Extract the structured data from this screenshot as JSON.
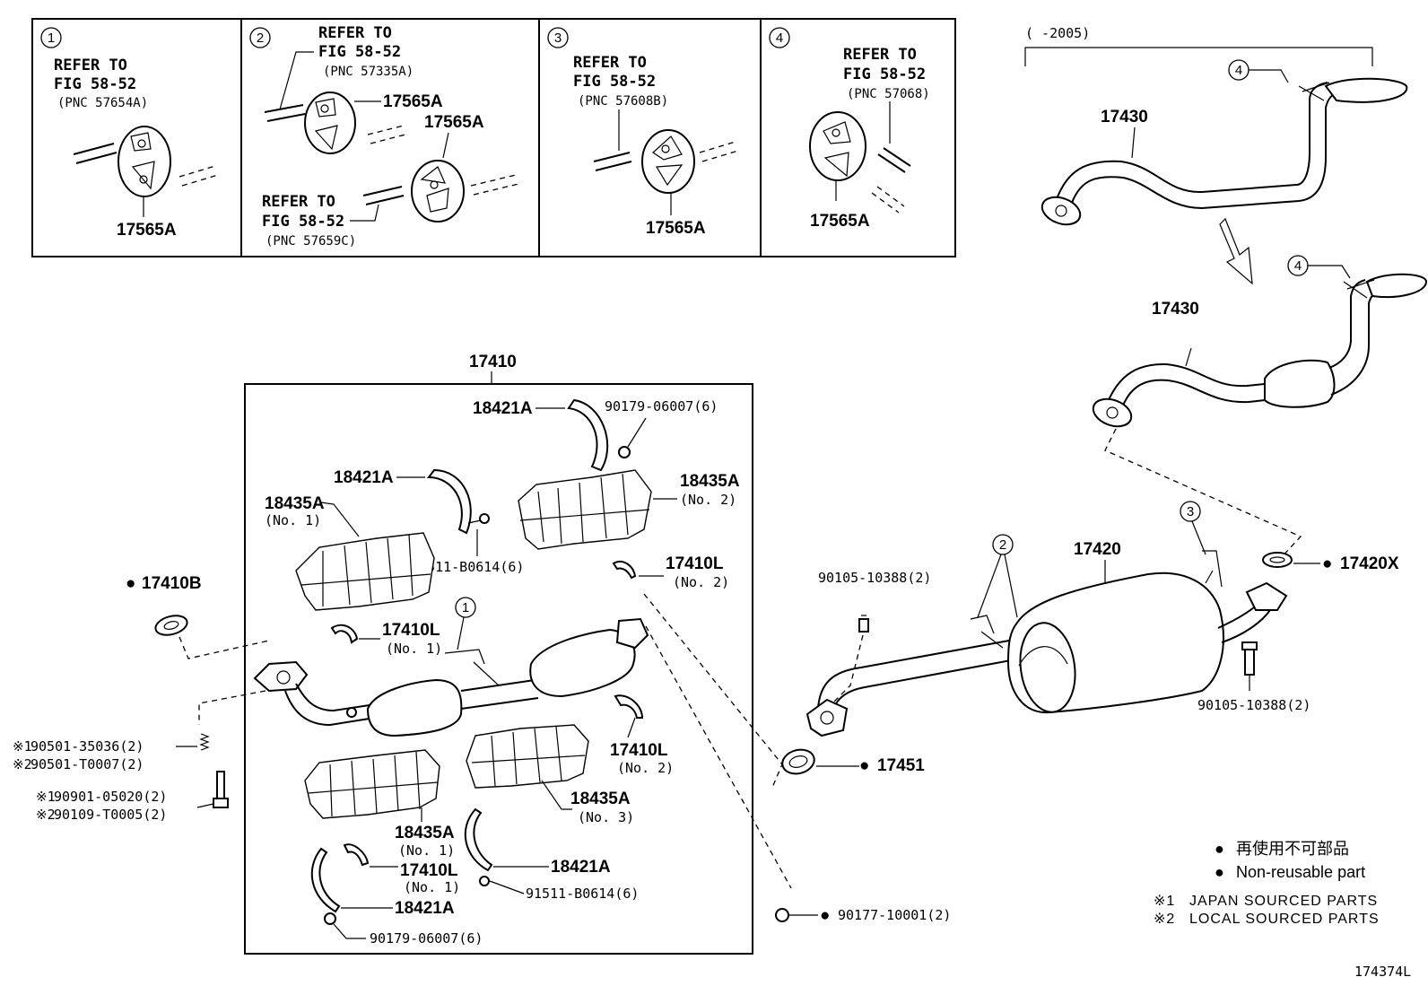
{
  "insets": [
    {
      "num": "1",
      "refer": "REFER TO",
      "fig": "FIG 58-52",
      "pnc": "(PNC 57654A)",
      "part": "17565A"
    },
    {
      "num": "2",
      "refer": "REFER TO",
      "fig": "FIG 58-52",
      "pnc": "(PNC 57335A)",
      "part": "17565A",
      "part2": "17565A",
      "refer2": "REFER TO",
      "fig2": "FIG 58-52",
      "pnc2": "(PNC 57659C)"
    },
    {
      "num": "3",
      "refer": "REFER TO",
      "fig": "FIG 58-52",
      "pnc": "(PNC 57608B)",
      "part": "17565A"
    },
    {
      "num": "4",
      "refer": "REFER TO",
      "fig": "FIG 58-52",
      "pnc": "(PNC 57068)",
      "part": "17565A"
    }
  ],
  "year_range": "(        -2005)",
  "circle_marks": {
    "one": "1",
    "two": "2",
    "three": "3",
    "four": "4"
  },
  "parts": {
    "p17430_a": "17430",
    "p17430_b": "17430",
    "p17410": "17410",
    "p18421A_1": "18421A",
    "p90179_06007_top": "90179-06007(6)",
    "p18421A_2": "18421A",
    "p18435A_no2": "18435A",
    "p18435A_no2_sub": "(No. 2)",
    "p18435A_no1": "18435A",
    "p18435A_no1_sub": "(No. 1)",
    "p91511_top": "91511-B0614(6)",
    "p17410L_no2_top": "17410L",
    "p17410L_no2_top_sub": "(No. 2)",
    "p17410B": "17410B",
    "p17410L_no1_mid": "17410L",
    "p17410L_no1_mid_sub": "(No. 1)",
    "p90501_35036": "90501-35036(2)",
    "p90501_T0007": "90501-T0007(2)",
    "p90901_05020": "90901-05020(2)",
    "p90109_T0005": "90109-T0005(2)",
    "p17410L_no2_bot": "17410L",
    "p17410L_no2_bot_sub": "(No. 2)",
    "p18435A_no3": "18435A",
    "p18435A_no3_sub": "(No. 3)",
    "p18435A_no1_bot": "18435A",
    "p18435A_no1_bot_sub": "(No. 1)",
    "p18421A_3": "18421A",
    "p17410L_no1_bot": "17410L",
    "p17410L_no1_bot_sub": "(No. 1)",
    "p91511_bot": "91511-B0614(6)",
    "p18421A_4": "18421A",
    "p90179_06007_bot": "90179-06007(6)",
    "p17420": "17420",
    "p90105_left": "90105-10388(2)",
    "p90105_right": "90105-10388(2)",
    "p17420X": "17420X",
    "p17451": "17451",
    "p90177": "90177-10001(2)"
  },
  "marks": {
    "x1": "※1",
    "x2": "※2",
    "dot": "●"
  },
  "legend": {
    "jp": "再使用不可部品",
    "en": "Non-reusable part",
    "japan": "JAPAN SOURCED PARTS",
    "local": "LOCAL SOURCED PARTS"
  },
  "figure_id": "174374L"
}
